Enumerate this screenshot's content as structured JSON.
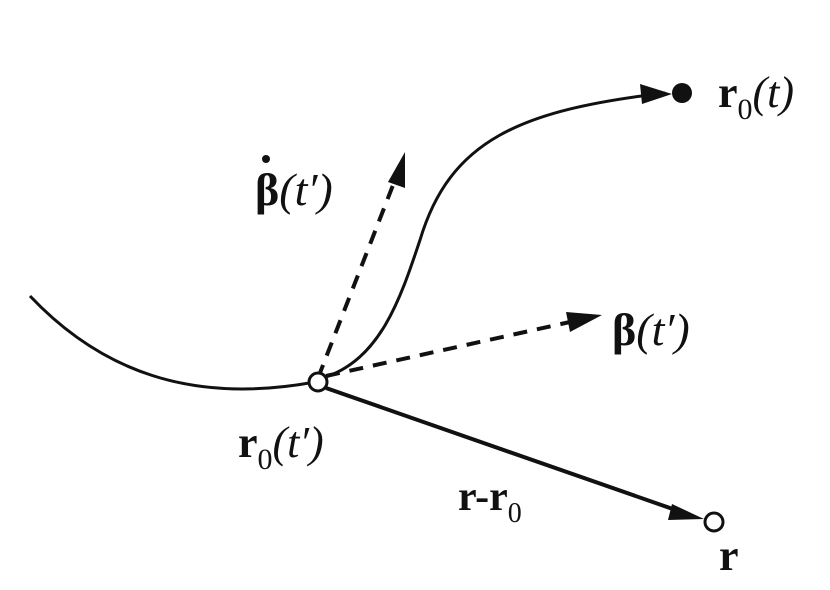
{
  "diagram": {
    "colors": {
      "ink": "#111111",
      "background": "#ffffff"
    },
    "labels": {
      "end_point": {
        "base": "r",
        "sub": "0",
        "arg": "(t)"
      },
      "beta_dot": {
        "base": "β",
        "arg": "(t′)"
      },
      "beta": {
        "base": "β",
        "arg": "(t′)"
      },
      "source_point": {
        "base": "r",
        "sub": "0",
        "arg": "(t′)"
      },
      "separation": {
        "base": "r-r",
        "sub": "0"
      },
      "field_point": {
        "base": "r"
      }
    }
  }
}
